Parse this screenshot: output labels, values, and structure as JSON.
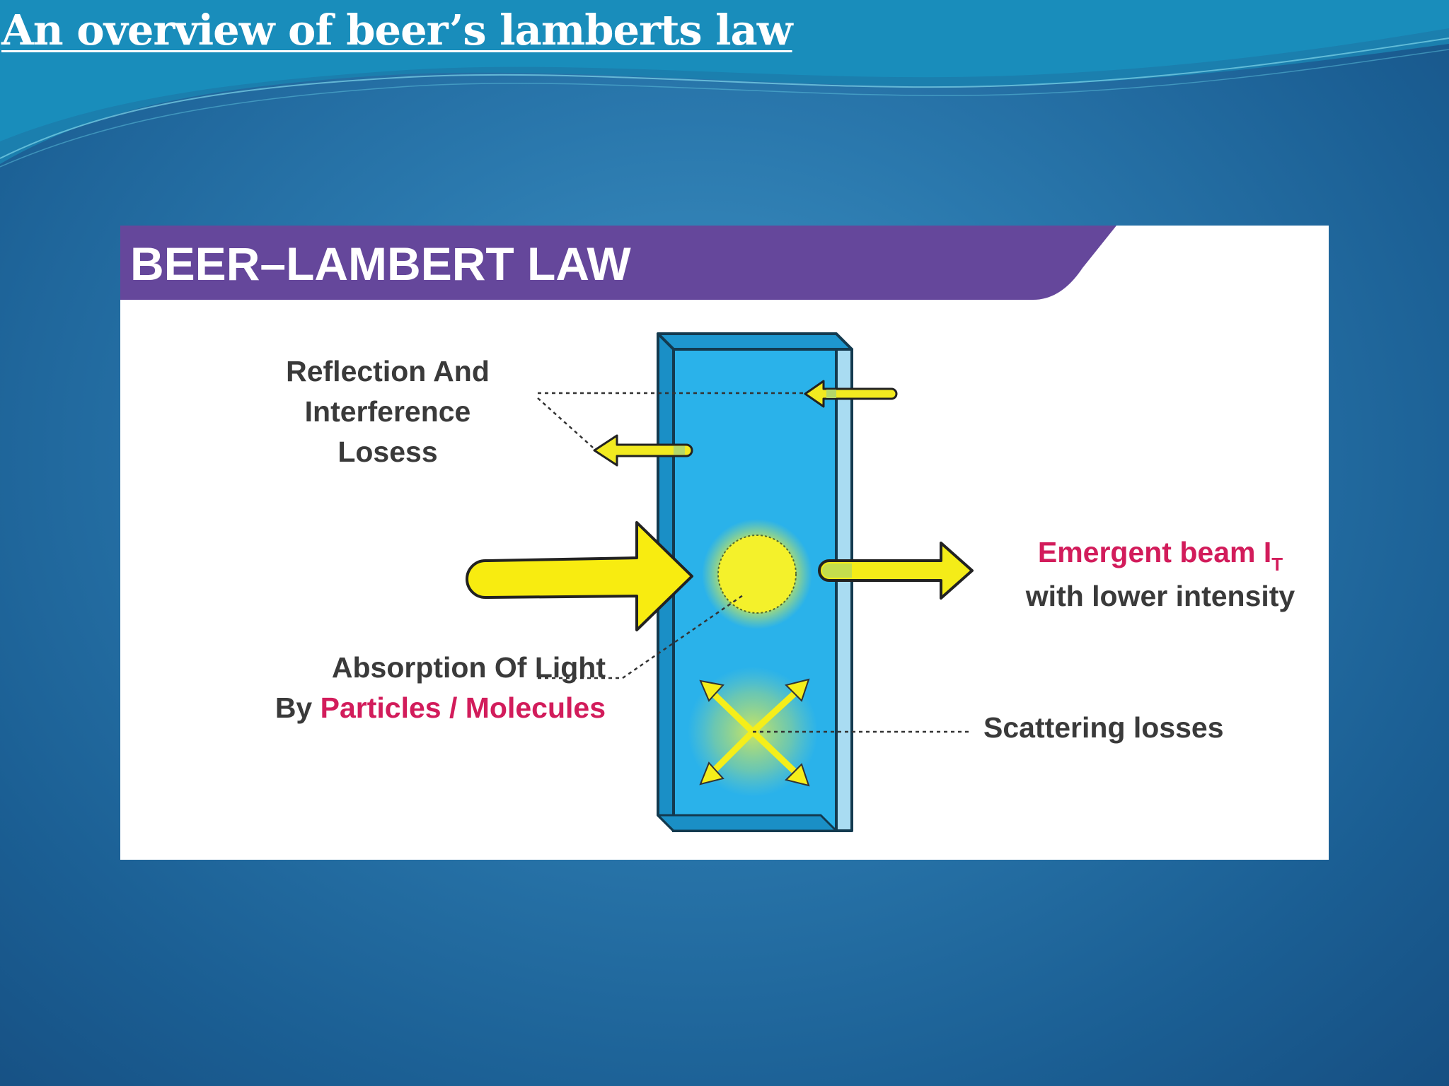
{
  "slide": {
    "title": "An overview of beer’s lamberts law"
  },
  "diagram": {
    "banner_title": "BEER–LAMBERT LAW",
    "labels": {
      "reflection_line1": "Reflection And",
      "reflection_line2": "Interference",
      "reflection_line3": "Losess",
      "absorption_line1": "Absorption Of Light",
      "absorption_by": "By ",
      "absorption_accent": "Particles / Molecules",
      "emergent_line1": "Emergent beam I",
      "emergent_subscript": "T",
      "emergent_line2": "with lower intensity",
      "scattering": "Scattering losses"
    },
    "colors": {
      "banner": "#65479b",
      "cuvette": "#2ab2ea",
      "beam": "#fbec10",
      "accent_text": "#d21c5b",
      "label_text": "#3a3a3a"
    }
  }
}
